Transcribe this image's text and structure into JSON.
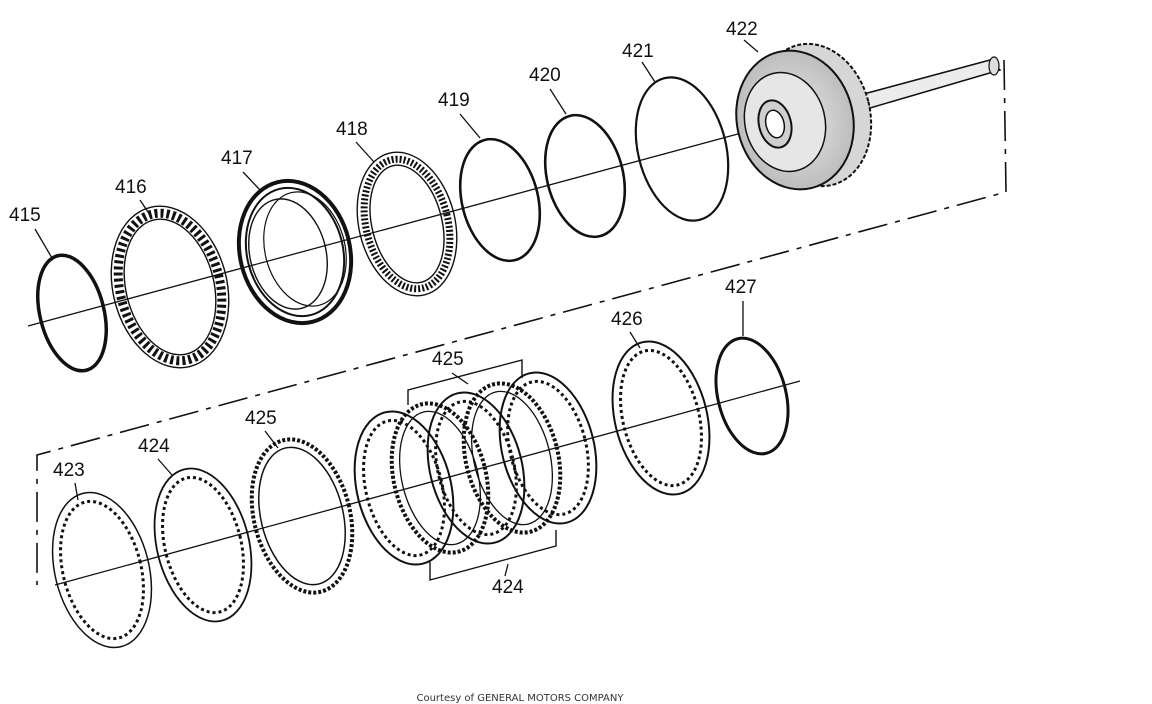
{
  "parts": {
    "p415": "415",
    "p416": "416",
    "p417": "417",
    "p418": "418",
    "p419": "419",
    "p420": "420",
    "p421": "421",
    "p422": "422",
    "p423": "423",
    "p424a": "424",
    "p425a": "425",
    "p425b": "425",
    "p424b": "424",
    "p426": "426",
    "p427": "427"
  },
  "credit": "Courtesy of GENERAL MOTORS COMPANY"
}
